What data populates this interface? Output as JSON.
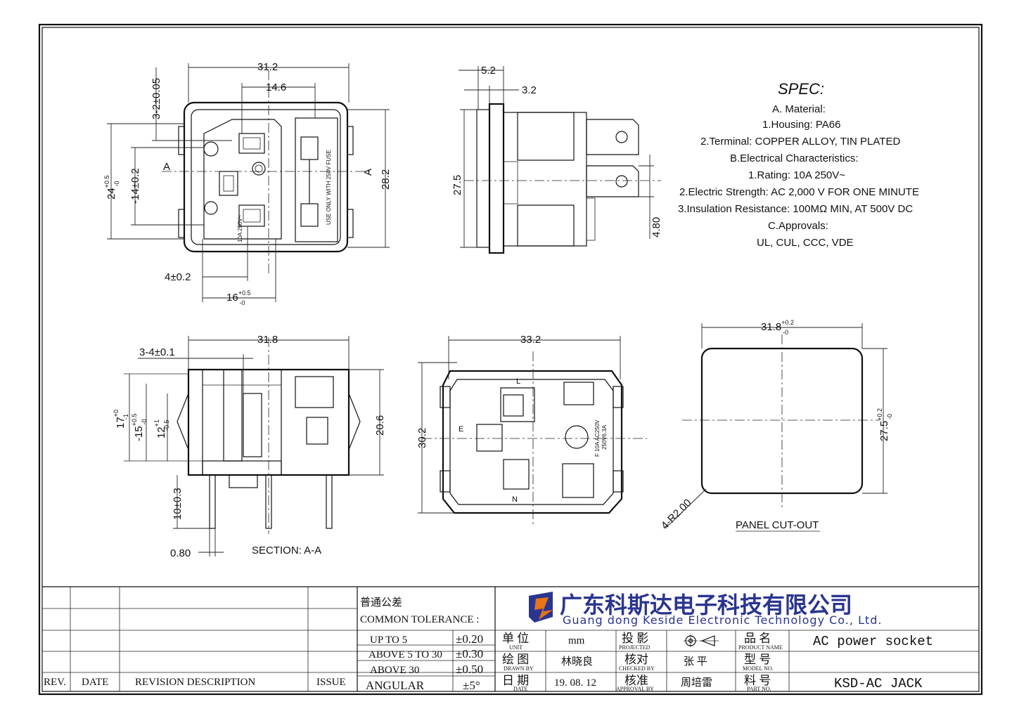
{
  "top_view": {
    "dim_width": "31.2",
    "dim_inner": "14.6",
    "dim_vertical_small": "3-2±0.05",
    "dim_left_outer": "24",
    "dim_left_outer_tol_up": "+0.5",
    "dim_left_outer_tol_dn": "-0",
    "dim_left_inner": "-14±0.2",
    "dim_height": "28.2",
    "dim_pin": "4±0.2",
    "dim_bottom": "16",
    "dim_bottom_tol_up": "+0.5",
    "dim_bottom_tol_dn": "-0",
    "section_mark": "A",
    "fuse_text_1": "USE ONLY WITH 250V FUSE",
    "rating_text": "10A 250V~"
  },
  "side_view": {
    "dim_top": "5.2",
    "dim_offset": "3.2",
    "dim_height": "27.5",
    "dim_tab": "4.80"
  },
  "spec": {
    "title": "SPEC:",
    "lines": [
      "A. Material:",
      "1.Housing: PA66",
      "2.Terminal: COPPER ALLOY, TIN PLATED",
      "B.Electrical Characteristics:",
      "1.Rating:  10A 250V~",
      "2.Electric Strength: AC 2,000 V FOR ONE MINUTE",
      "3.Insulation Resistance: 100MΩ MIN, AT 500V DC",
      "C.Approvals:",
      "UL, CUL, CCC, VDE"
    ]
  },
  "section_view": {
    "dim_width": "31.8",
    "dim_wall": "3-4±0.1",
    "dim_17": "17",
    "dim_17_tol_up": "+0",
    "dim_17_tol_dn": "-1",
    "dim_15": "-15",
    "dim_15_tol_up": "+0.5",
    "dim_15_tol_dn": "-0",
    "dim_12": "12",
    "dim_12_tol_up": "+1",
    "dim_12_tol_dn": "-0.5",
    "dim_height": "20.6",
    "dim_pin_len": "10±0.3",
    "dim_pin_thk": "0.80",
    "label": "SECTION: A-A"
  },
  "bottom_view": {
    "dim_width": "33.2",
    "dim_height": "30.2",
    "mark_l": "L",
    "mark_n": "N",
    "mark_e": "E",
    "fuse_text_1": "F 10A AC250V",
    "fuse_text_2": "250V6.3A"
  },
  "cutout": {
    "dim_width": "31.8",
    "dim_width_tol_up": "+0.2",
    "dim_width_tol_dn": "-0",
    "dim_height": "27.5",
    "dim_height_tol_up": "+0.2",
    "dim_height_tol_dn": "-0",
    "dim_radius": "4-R2.00",
    "label": "PANEL CUT-OUT"
  },
  "title_block": {
    "tolerance_cn": "普通公差",
    "tolerance_en": "COMMON TOLERANCE :",
    "tol_rows": [
      {
        "range": "UP TO 5",
        "value": "±0.20"
      },
      {
        "range": "ABOVE 5 TO 30",
        "value": "±0.30"
      },
      {
        "range": "ABOVE 30",
        "value": "±0.50"
      },
      {
        "range": "ANGULAR",
        "value": "±5°"
      }
    ],
    "company_cn": "广东科斯达电子科技有限公司",
    "company_en": "Guang dong Keside  Electronic Technology Co., Ltd.",
    "unit_cn": "单 位",
    "unit_en": "UNIT",
    "unit_value": "mm",
    "projected_cn": "投 影",
    "projected_en": "PROJECTED",
    "product_cn": "品 名",
    "product_en": "PRODUCT NAME",
    "product_value": "AC power socket",
    "drawn_cn": "绘 图",
    "drawn_en": "DRAWN BY",
    "drawn_value": "林晓良",
    "checked_cn": "核对",
    "checked_en": "CHECKED BY",
    "checked_value": "张 平",
    "model_cn": "型 号",
    "model_en": "MODEL NO.",
    "model_value": "",
    "date_cn": "日 期",
    "date_en": "DATE",
    "date_value": "19. 08. 12",
    "approval_cn": "核准",
    "approval_en": "APPROVAL BY",
    "approval_value": "周培雷",
    "part_cn": "料 号",
    "part_en": "PART NO.",
    "part_value": "KSD-AC JACK",
    "rev": "REV.",
    "date_hdr": "DATE",
    "revision_desc": "REVISION  DESCRIPTION",
    "issue": "ISSUE"
  },
  "colors": {
    "logo": "#2a3590",
    "logo_accent": "#e8741a"
  }
}
